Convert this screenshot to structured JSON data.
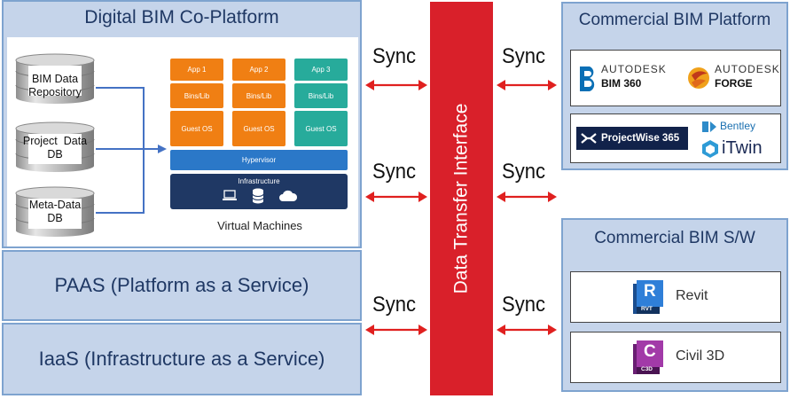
{
  "left_panel": {
    "title": "Digital BIM Co-Platform",
    "databases": [
      {
        "line1": "BIM Data",
        "line2": "Repository"
      },
      {
        "line1": "Project  Data",
        "line2": "DB"
      },
      {
        "line1": "Meta-Data",
        "line2": "DB"
      }
    ],
    "vm": {
      "apps": [
        "App 1",
        "App 2",
        "App 3"
      ],
      "bins": [
        "Bins/Lib",
        "Bins/Lib",
        "Bins/Lib"
      ],
      "guest": [
        "Guest OS",
        "Guest OS",
        "Guest OS"
      ],
      "hypervisor": "Hypervisor",
      "infrastructure": "Infrastructure",
      "caption": "Virtual Machines"
    },
    "paas": "PAAS (Platform as a Service)",
    "iaas": "IaaS (Infrastructure as a Service)"
  },
  "sync_label": "Sync",
  "sync_labels": [
    "Sync",
    "Sync",
    "Sync",
    "Sync",
    "Sync",
    "Sync"
  ],
  "interface": {
    "title": "Data Transfer Interface"
  },
  "right_top": {
    "title": "Commercial BIM Platform",
    "autodesk": {
      "brand": "AUTODESK",
      "product": "BIM 360"
    },
    "forge": {
      "brand": "AUTODESK",
      "product": "FORGE"
    },
    "projectwise": "ProjectWise 365",
    "bentley": {
      "brand": "Bentley",
      "product": "iTwin"
    }
  },
  "right_bottom": {
    "title": "Commercial BIM S/W",
    "revit": {
      "icon_letter": "R",
      "icon_sub": "RVT",
      "name": "Revit"
    },
    "civil": {
      "icon_letter": "C",
      "icon_sub": "C3D",
      "name": "Civil 3D"
    }
  },
  "colors": {
    "panel_fill": "#c5d4ea",
    "panel_border": "#7ea3cf",
    "interface_red": "#d9202a",
    "vm_orange": "#f07f13",
    "vm_green": "#27ab9b",
    "vm_blue": "#2b78c8",
    "vm_navy": "#1f3864"
  }
}
